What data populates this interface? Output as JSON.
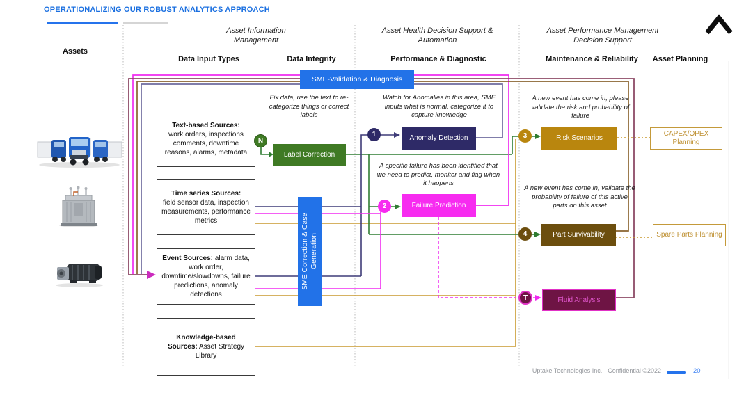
{
  "title": "OPERATIONALIZING OUR ROBUST ANALYTICS APPROACH",
  "headers": {
    "assets": "Assets",
    "aim_title": "Asset Information Management",
    "aim_col1": "Data Input Types",
    "aim_col2": "Data Integrity",
    "ahds_title": "Asset Health Decision Support & Automation",
    "ahds_col1": "Performance & Diagnostic",
    "apm_title": "Asset Performance Management Decision Support",
    "apm_col1": "Maintenance & Reliability",
    "apm_col2": "Asset Planning"
  },
  "sources": [
    {
      "title": "Text-based Sources:",
      "body": "work orders, inspections comments, downtime reasons, alarms, metadata"
    },
    {
      "title": "Time series Sources:",
      "body": "field sensor data, inspection measurements, performance metrics"
    },
    {
      "title": "Event Sources:",
      "body": "alarm data, work order, downtime/slowdowns, failure predictions, anomaly detections"
    },
    {
      "title": "Knowledge-based Sources:",
      "body": "Asset Strategy Library"
    }
  ],
  "process": {
    "sme_validation": "SME-Validation & Diagnosis",
    "label_correction": "Label Correction",
    "sme_correction": "SME Correction & Case Generation",
    "anomaly_detection": "Anomaly Detection",
    "failure_prediction": "Failure Prediction",
    "risk_scenarios": "Risk Scenarios",
    "part_survivability": "Part Survivability",
    "fluid_analysis": "Fluid Analysis"
  },
  "planning": {
    "capex": "CAPEX/OPEX Planning",
    "spare": "Spare Parts Planning"
  },
  "annotations": {
    "fix_data": "Fix data, use the text to re-categorize things or correct labels",
    "watch_anomalies": "Watch for Anomalies in this area, SME inputs what is normal, categorize it to capture knowledge",
    "specific_failure": "A specific failure has been identified that we need to predict, monitor and flag when it happens",
    "new_event_risk": "A new event has come in, please validate the risk and probability of failure",
    "new_event_part": "A new event has come in, validate the probability of failure of this active parts on this asset"
  },
  "markers": {
    "n": "N",
    "one": "1",
    "two": "2",
    "three": "3",
    "four": "4",
    "t": "T"
  },
  "footer": {
    "text": "Uptake Technologies Inc.  ·  Confidential ©2022",
    "page": "20"
  },
  "icons": {
    "chevron_up": "chevron-up"
  },
  "asset_images": [
    "fleet-trucks",
    "power-transformer",
    "industrial-motor"
  ],
  "colors": {
    "title_blue": "#1a6fe0",
    "process_blue": "#2272e8",
    "green": "#3f7a24",
    "navy": "#2e2a67",
    "magenta": "#f72bf0",
    "gold": "#b9860e",
    "brown": "#6c4e0e",
    "maroon_fill": "#6e1444",
    "line_gold": "#c9992e",
    "line_green": "#2f7d32",
    "line_navy": "#3f3c78",
    "line_navy_loop": "#6e6b9e",
    "line_magenta": "#f02bf0",
    "line_brown": "#8a6430",
    "line_maroon": "#8d4a66",
    "planning_gold": "#be9032"
  }
}
